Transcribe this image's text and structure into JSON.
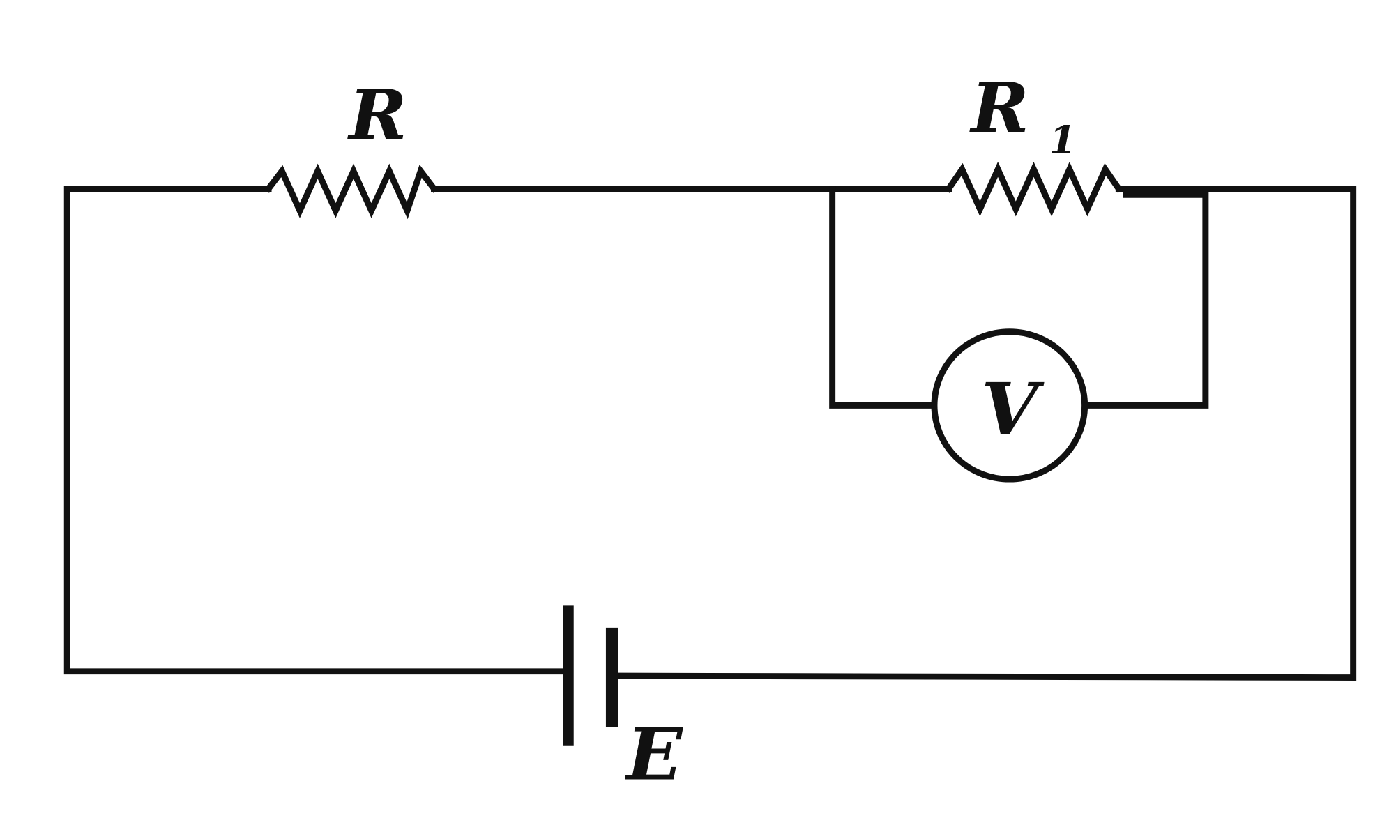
{
  "labels": {
    "resistor_r": "R",
    "resistor_r1_main": "R",
    "resistor_r1_sub": "1",
    "voltmeter": "V",
    "battery": "E"
  },
  "colors": {
    "ink": "#111111",
    "background": "#ffffff"
  }
}
